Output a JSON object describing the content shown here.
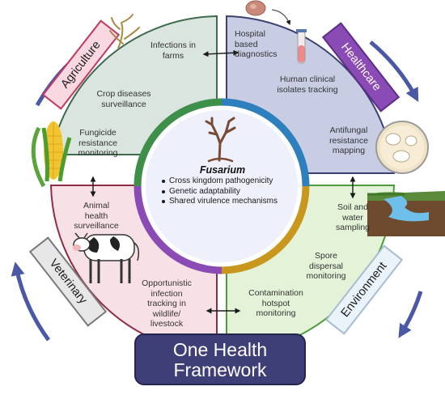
{
  "center": {
    "organism": "Fusarium",
    "points": [
      "Cross kingdom pathogenicity",
      "Genetic adaptability",
      "Shared virulence mechanisms"
    ]
  },
  "sectors": {
    "agriculture": {
      "tag": "Agriculture",
      "color": "#dbe5df",
      "tag_fill": "#f9d8e2",
      "tag_stroke": "#c0395f"
    },
    "healthcare": {
      "tag": "Healthcare",
      "color": "#c9cde4",
      "tag_fill": "#8a4bb4",
      "tag_stroke": "#5c2d86"
    },
    "veterinary": {
      "tag": "Veterinary",
      "color": "#f8e1e6",
      "tag_fill": "#e7e7e7",
      "tag_stroke": "#7a7a7a"
    },
    "environment": {
      "tag": "Environment",
      "color": "#e4f3d8",
      "tag_fill": "#eaf3fa",
      "tag_stroke": "#a8bccf"
    }
  },
  "labels": {
    "infections_farms": "Infections in\nfarms",
    "crop_diseases": "Crop diseases\nsurveillance",
    "fungicide": "Fungicide\nresistance\nmonitoring",
    "hospital": "Hospital\nbased\ndiagnostics",
    "clinical": "Human clinical\nisolates tracking",
    "antifungal": "Antifungal\nresistance\nmapping",
    "animal_health": "Animal\nhealth\nsurveillance",
    "opportunistic": "Opportunistic\ninfection\ntracking in\nwildlife/\nlivestock",
    "soil_water": "Soil and\nwater\nsampling",
    "spore": "Spore\ndispersal\nmonitoring",
    "contamination": "Contamination\nhotspot\nmonitoring"
  },
  "framework": {
    "title": "One Health\nFramework"
  },
  "colors": {
    "ring_agriculture": "#3e8f4a",
    "ring_healthcare": "#2e7fbd",
    "ring_environment": "#c9971e",
    "ring_veterinary": "#8a4bb4",
    "arrows": "#4a58a6",
    "center_fill": "#eef0fb"
  },
  "icons": [
    "dry-plant-icon",
    "hospital-organ-icon",
    "test-tube-icon",
    "petri-dish-icon",
    "corn-icon",
    "cow-icon",
    "river-landscape-icon",
    "fungus-tree-icon"
  ]
}
